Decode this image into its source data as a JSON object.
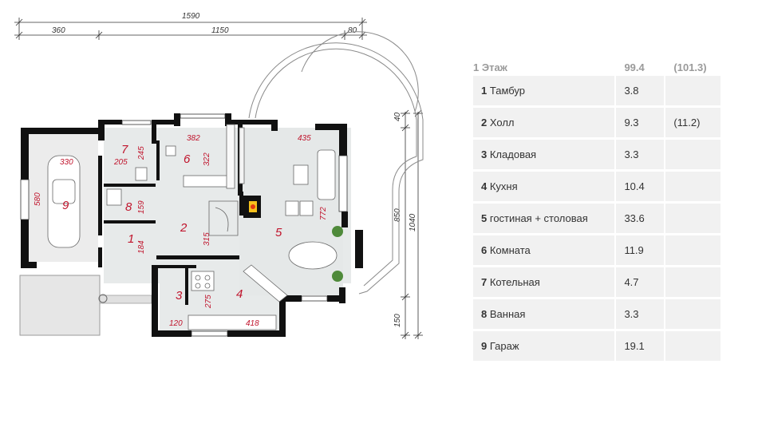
{
  "dimensions": {
    "overall": "1590",
    "segments": [
      "360",
      "1150",
      "80"
    ],
    "right_side": [
      "40",
      "850",
      "1040",
      "150"
    ]
  },
  "rooms": [
    {
      "num": "1",
      "name": "Тамбур",
      "area": "3.8",
      "extra": ""
    },
    {
      "num": "2",
      "name": "Холл",
      "area": "9.3",
      "extra": "(11.2)"
    },
    {
      "num": "3",
      "name": "Кладовая",
      "area": "3.3",
      "extra": ""
    },
    {
      "num": "4",
      "name": "Кухня",
      "area": "10.4",
      "extra": ""
    },
    {
      "num": "5",
      "name": "гостиная + столовая",
      "area": "33.6",
      "extra": ""
    },
    {
      "num": "6",
      "name": "Комната",
      "area": "11.9",
      "extra": ""
    },
    {
      "num": "7",
      "name": "Котельная",
      "area": "4.7",
      "extra": ""
    },
    {
      "num": "8",
      "name": "Ванная",
      "area": "3.3",
      "extra": ""
    },
    {
      "num": "9",
      "name": "Гараж",
      "area": "19.1",
      "extra": ""
    }
  ],
  "table": {
    "floor_label": "1 Этаж",
    "total_area": "99.4",
    "total_extra": "(101.3)"
  },
  "room_dims": {
    "garage_w": "330",
    "garage_h": "580",
    "boiler_w": "205",
    "boiler_h": "245",
    "bath_h": "159",
    "vest_h": "184",
    "room6_w": "382",
    "room6_h": "322",
    "living_w": "435",
    "living_h": "772",
    "hall_h": "315",
    "pantry_w": "120",
    "pantry_h": "275",
    "kitchen_w": "418"
  }
}
